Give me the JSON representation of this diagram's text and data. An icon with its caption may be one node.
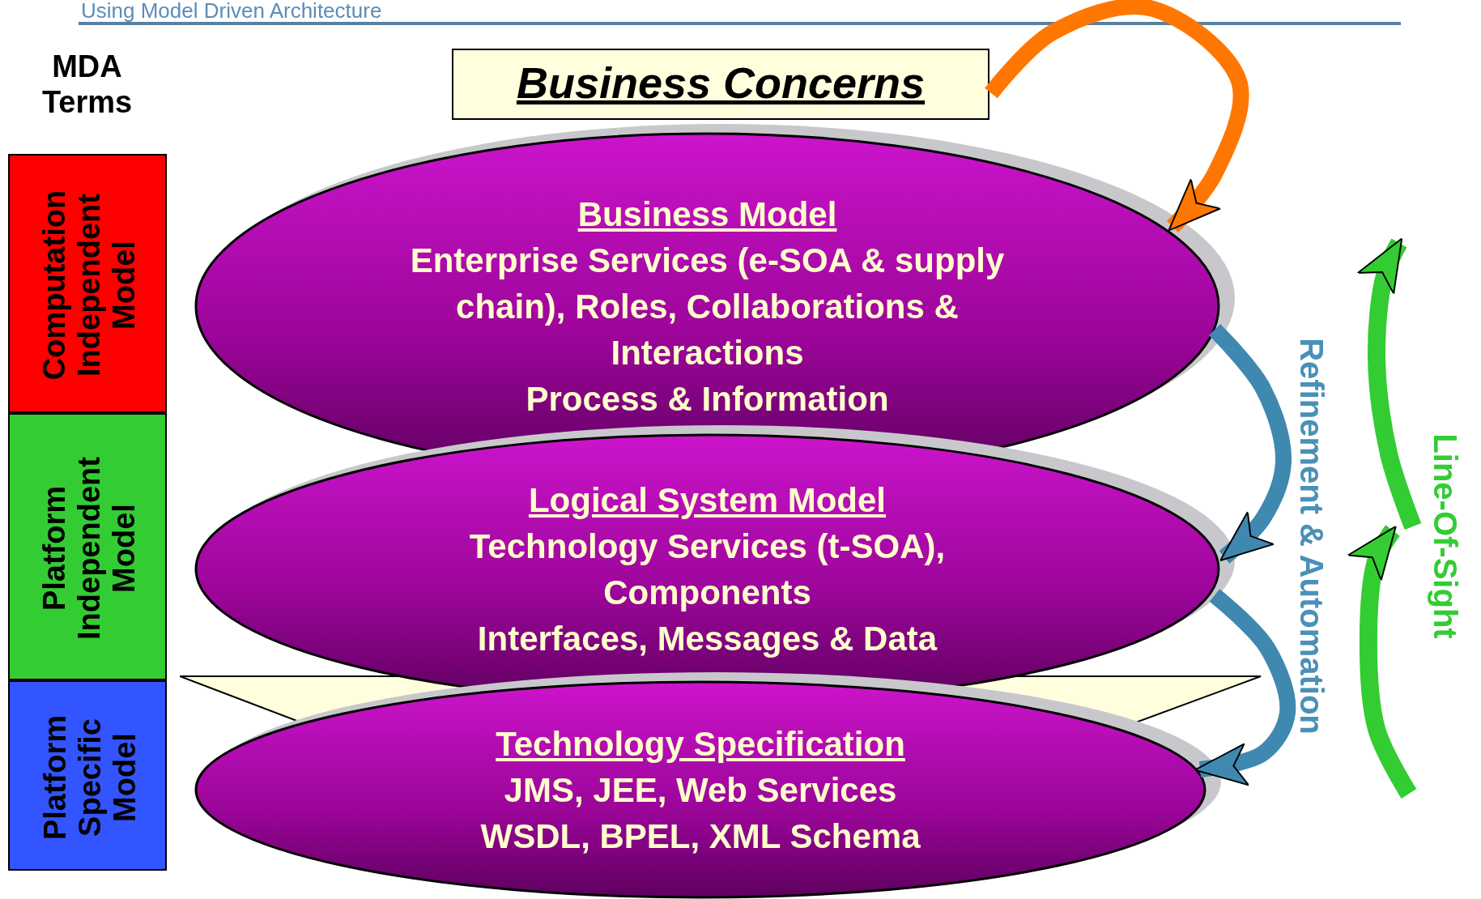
{
  "diagram": {
    "title": "Using Model Driven Architecture",
    "nodes": [
      {
        "text": [
          "Business Concerns"
        ]
      },
      {
        "text": [
          "Business Model",
          "Enterprise Services (e-SOA & supply chain), Roles, Collaborations & Interactions",
          "Process & Information"
        ]
      },
      {
        "text": [
          "Logical System Model",
          "Technology Services (t-SOA), Components",
          "Interfaces, Messages & Data"
        ]
      },
      {
        "text": [
          "Technology Specification",
          "JMS, JEE, Web Services",
          "WSDL, BPEL, XML Schema"
        ]
      },
      {
        "text": [
          "Computation Independent Model"
        ]
      },
      {
        "text": [
          "Platform Independent Model"
        ]
      },
      {
        "text": [
          "Platform Specific Model"
        ]
      },
      {
        "text": [],
        "shape": "trapezoid"
      }
    ],
    "edges": [
      {
        "from": 0,
        "to": 1,
        "arrow": "to",
        "color": "#ff7700"
      },
      {
        "from": 1,
        "to": 2,
        "arrow": "to"
      },
      {
        "from": 2,
        "to": 3,
        "arrow": "to"
      }
    ],
    "labels": [
      "MDA Terms",
      "Refinement & Automation",
      "Line-Of-Sight"
    ]
  }
}
